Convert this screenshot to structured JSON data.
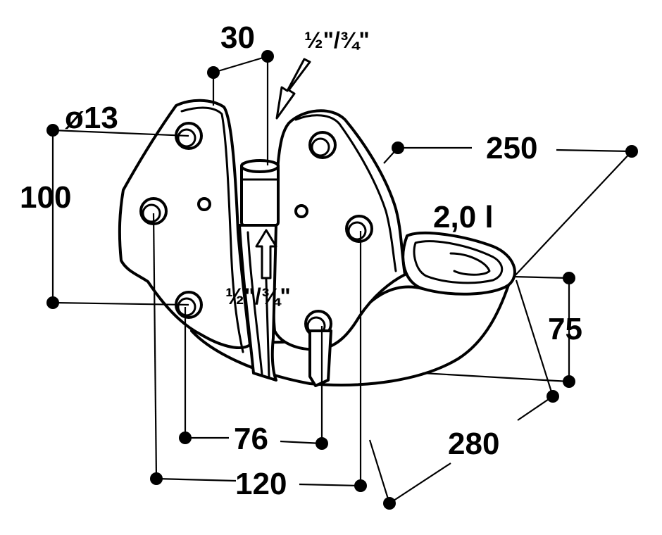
{
  "dimensions": {
    "pipe_width": "30",
    "pipe_thread_top": "½\"/¾\"",
    "hole_diameter": "ø13",
    "height": "100",
    "depth": "250",
    "volume": "2,0 l",
    "pipe_thread_bottom": "½\"/¾\"",
    "bowl_height": "75",
    "hole_spacing_inner": "76",
    "hole_spacing_outer": "120",
    "width": "280"
  },
  "colors": {
    "line": "#000000",
    "background": "#ffffff"
  }
}
